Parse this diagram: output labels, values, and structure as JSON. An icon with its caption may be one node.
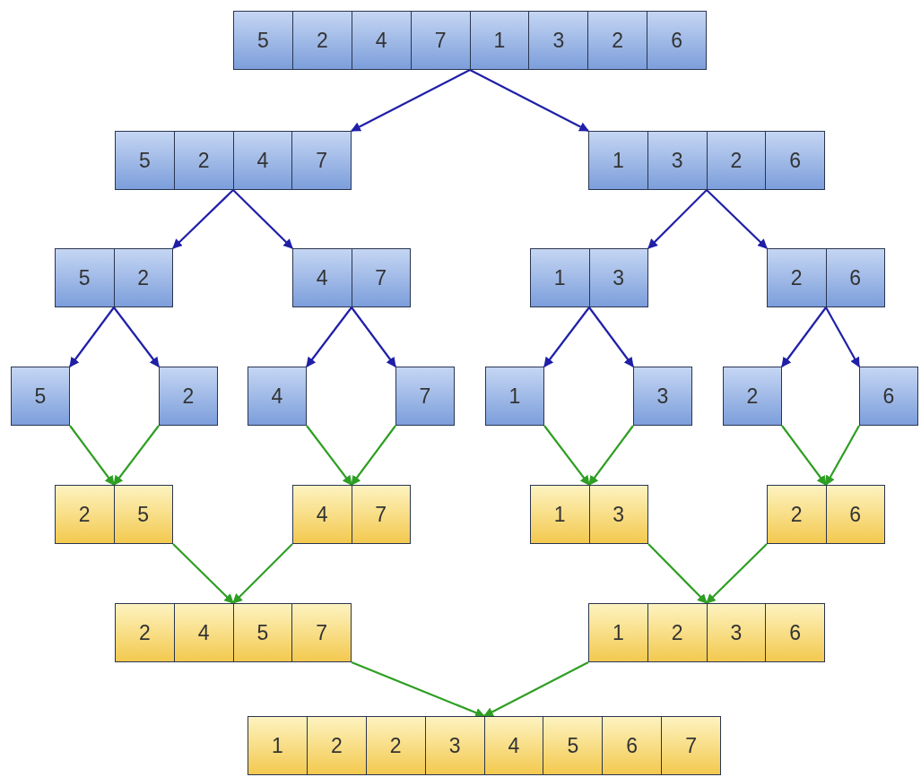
{
  "diagram": {
    "nodes": [
      {
        "text": [
          "5",
          "2",
          "4",
          "7",
          "1",
          "3",
          "2",
          "6"
        ]
      },
      {
        "text": [
          "5",
          "2",
          "4",
          "7"
        ]
      },
      {
        "text": [
          "1",
          "3",
          "2",
          "6"
        ]
      },
      {
        "text": [
          "5",
          "2"
        ]
      },
      {
        "text": [
          "4",
          "7"
        ]
      },
      {
        "text": [
          "1",
          "3"
        ]
      },
      {
        "text": [
          "2",
          "6"
        ]
      },
      {
        "text": [
          "5"
        ]
      },
      {
        "text": [
          "2"
        ]
      },
      {
        "text": [
          "4"
        ]
      },
      {
        "text": [
          "7"
        ]
      },
      {
        "text": [
          "1"
        ]
      },
      {
        "text": [
          "3"
        ]
      },
      {
        "text": [
          "2"
        ]
      },
      {
        "text": [
          "6"
        ]
      },
      {
        "text": [
          "2",
          "5"
        ]
      },
      {
        "text": [
          "4",
          "7"
        ]
      },
      {
        "text": [
          "1",
          "3"
        ]
      },
      {
        "text": [
          "2",
          "6"
        ]
      },
      {
        "text": [
          "2",
          "4",
          "5",
          "7"
        ]
      },
      {
        "text": [
          "1",
          "2",
          "3",
          "6"
        ]
      },
      {
        "text": [
          "1",
          "2",
          "2",
          "3",
          "4",
          "5",
          "6",
          "7"
        ]
      }
    ],
    "edges": [
      {
        "from": 0,
        "to": 1,
        "arrow": "to"
      },
      {
        "from": 0,
        "to": 2,
        "arrow": "to"
      },
      {
        "from": 1,
        "to": 3,
        "arrow": "to"
      },
      {
        "from": 1,
        "to": 4,
        "arrow": "to"
      },
      {
        "from": 2,
        "to": 5,
        "arrow": "to"
      },
      {
        "from": 2,
        "to": 6,
        "arrow": "to"
      },
      {
        "from": 3,
        "to": 7,
        "arrow": "to"
      },
      {
        "from": 3,
        "to": 8,
        "arrow": "to"
      },
      {
        "from": 4,
        "to": 9,
        "arrow": "to"
      },
      {
        "from": 4,
        "to": 10,
        "arrow": "to"
      },
      {
        "from": 5,
        "to": 11,
        "arrow": "to"
      },
      {
        "from": 5,
        "to": 12,
        "arrow": "to"
      },
      {
        "from": 6,
        "to": 13,
        "arrow": "to"
      },
      {
        "from": 6,
        "to": 14,
        "arrow": "to"
      },
      {
        "from": 7,
        "to": 15,
        "arrow": "to",
        "color": "#2e9e23"
      },
      {
        "from": 8,
        "to": 15,
        "arrow": "to",
        "color": "#2e9e23"
      },
      {
        "from": 9,
        "to": 16,
        "arrow": "to",
        "color": "#2e9e23"
      },
      {
        "from": 10,
        "to": 16,
        "arrow": "to",
        "color": "#2e9e23"
      },
      {
        "from": 11,
        "to": 17,
        "arrow": "to",
        "color": "#2e9e23"
      },
      {
        "from": 12,
        "to": 17,
        "arrow": "to",
        "color": "#2e9e23"
      },
      {
        "from": 13,
        "to": 18,
        "arrow": "to",
        "color": "#2e9e23"
      },
      {
        "from": 14,
        "to": 18,
        "arrow": "to",
        "color": "#2e9e23"
      },
      {
        "from": 15,
        "to": 19,
        "arrow": "to",
        "color": "#2e9e23"
      },
      {
        "from": 16,
        "to": 19,
        "arrow": "to",
        "color": "#2e9e23"
      },
      {
        "from": 17,
        "to": 20,
        "arrow": "to",
        "color": "#2e9e23"
      },
      {
        "from": 18,
        "to": 20,
        "arrow": "to",
        "color": "#2e9e23"
      },
      {
        "from": 19,
        "to": 21,
        "arrow": "to",
        "color": "#2e9e23"
      },
      {
        "from": 20,
        "to": 21,
        "arrow": "to",
        "color": "#2e9e23"
      }
    ]
  }
}
